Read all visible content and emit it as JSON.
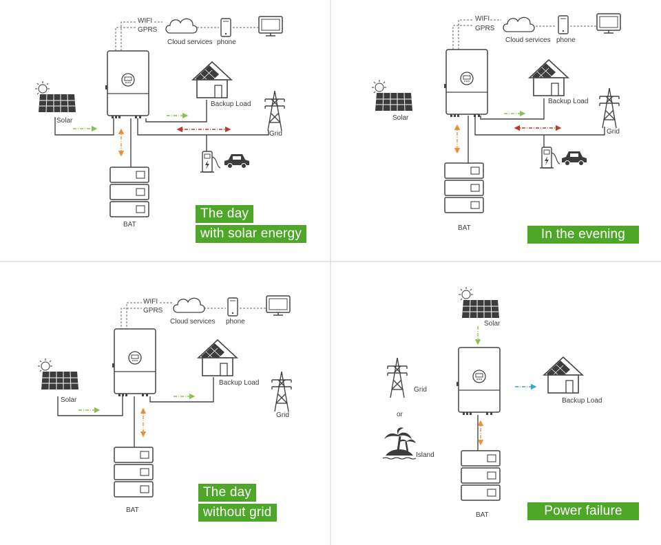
{
  "panels": [
    {
      "labels": {
        "wifi": "WIFI",
        "gprs": "GPRS",
        "cloud": "Cloud services",
        "phone": "phone",
        "solar": "Solar",
        "backup": "Backup Load",
        "grid": "Grid",
        "bat": "BAT"
      },
      "caption": [
        "The day",
        "with solar energy"
      ]
    },
    {
      "labels": {
        "wifi": "WIFI",
        "gprs": "GPRS",
        "cloud": "Cloud services",
        "phone": "phone",
        "solar": "Solar",
        "backup": "Backup Load",
        "grid": "Grid",
        "bat": "BAT"
      },
      "caption": [
        "In the evening"
      ]
    },
    {
      "labels": {
        "wifi": "WIFI",
        "gprs": "GPRS",
        "cloud": "Cloud services",
        "phone": "phone",
        "solar": "Solar",
        "backup": "Backup Load",
        "grid": "Grid",
        "bat": "BAT"
      },
      "caption": [
        "The day",
        "without grid"
      ]
    },
    {
      "labels": {
        "solar": "Solar",
        "backup": "Backup Load",
        "grid": "Grid",
        "or": "or",
        "island": "Island",
        "bat": "BAT"
      },
      "caption": [
        "Power failure"
      ]
    }
  ],
  "colors": {
    "line": "#444444",
    "solar_flow": "#8cc152",
    "battery_flow": "#e8913c",
    "grid_flow": "#c0392b",
    "backup_flow": "#3aa0d8",
    "caption_bg": "#4fa72a",
    "divider": "#dddddd"
  },
  "icons": [
    "solar-panel-icon",
    "inverter-icon",
    "house-icon",
    "transmission-tower-icon",
    "battery-stack-icon",
    "ev-charger-icon",
    "car-icon",
    "cloud-icon",
    "phone-icon",
    "monitor-icon",
    "island-icon"
  ]
}
